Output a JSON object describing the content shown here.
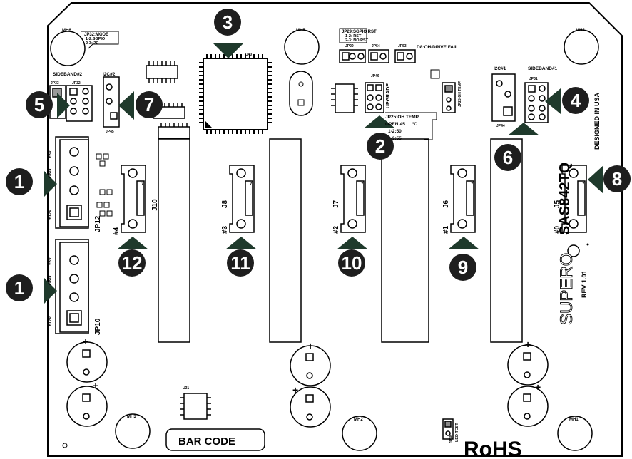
{
  "board": {
    "model": "SAS842TQ",
    "brand": "SUPERO",
    "revision": "REV 1.01",
    "designed": "DESIGNED IN USA",
    "rohs": "RoHS",
    "barcode": "BAR CODE"
  },
  "colors": {
    "arrow": "#1f3a2c",
    "callout": "#1e1e1e",
    "outline": "#000000"
  },
  "callouts": [
    "1",
    "1",
    "2",
    "3",
    "4",
    "5",
    "6",
    "7",
    "8",
    "9",
    "10",
    "11",
    "12"
  ],
  "silkscreen": {
    "jp32_mode": "JP32:MODE",
    "jp32_opt1": "1-2:SGPIO",
    "jp32_opt2": "2-3:I2C",
    "jp29_title": "JP29:SGPIO RST",
    "jp29_opt1": "1-2: RST",
    "jp29_opt2": "2-3: NO RST",
    "d8": "D8:OH/DRIVE FAIL",
    "jp25_title": "JP25:OH TEMP.",
    "jp25_open": "OPEN:45",
    "jp25_12": "1-2:50",
    "jp25_23": "2-3:55",
    "c_unit": "°C",
    "upgrade": "UPGRADE",
    "sideband2": "SIDEBAND#2",
    "sideband1": "SIDEBAND#1",
    "i2c2": "I2C#2",
    "i2c1": "I2C#1",
    "jp33": "JP33",
    "jp32": "JP32",
    "jp45": "JP45",
    "jp31": "JP31",
    "jp44": "JP44",
    "jp46": "JP46",
    "jp54": "JP54",
    "jp53": "JP53",
    "jp29": "JP29",
    "u40": "U40",
    "u31": "U31",
    "jp12": "JP12",
    "jp10": "JP10",
    "jp38": "JP38",
    "led_test": "LED TEST",
    "plus5v": "+5V",
    "plus12v": "+12V",
    "gnd": "GND",
    "mh6": "MH6",
    "mh5": "MH5",
    "mh4": "MH4",
    "mh3": "MH3",
    "mh2": "MH2",
    "mh1": "MH1",
    "j10": "J10",
    "j8": "J8",
    "j7": "J7",
    "j6": "J6",
    "j5": "J5",
    "p4": "#4",
    "p3": "#3",
    "p2": "#2",
    "p1": "#1",
    "p0": "#0",
    "seven": "7"
  }
}
